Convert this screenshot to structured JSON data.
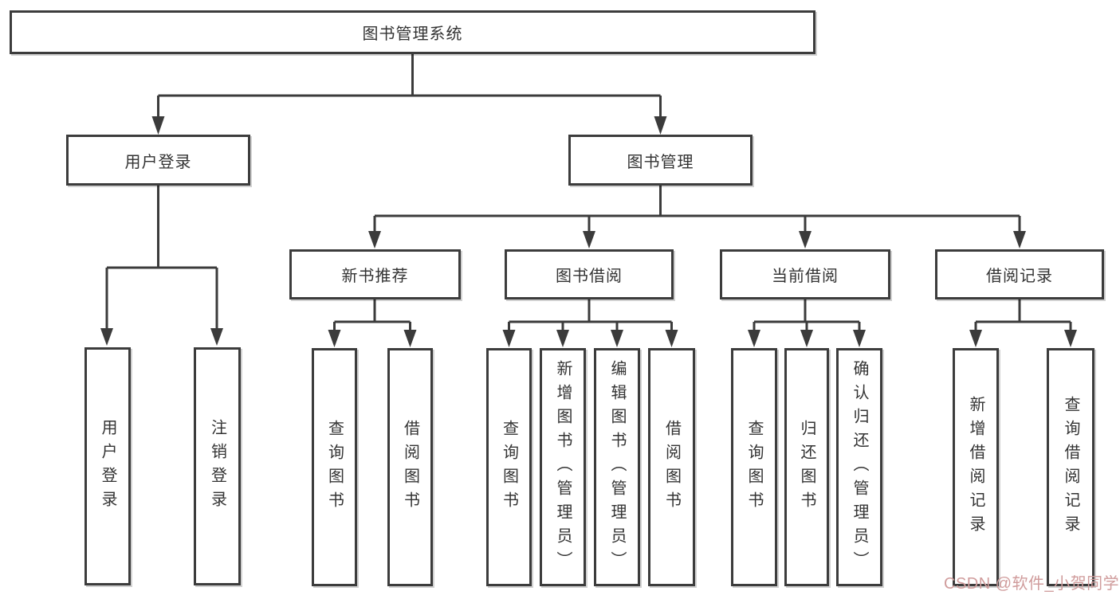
{
  "tree": {
    "root": {
      "label": "图书管理系统"
    },
    "branches": [
      {
        "label": "用户登录",
        "leaves": [
          {
            "label": "用户登录"
          },
          {
            "label": "注销登录"
          }
        ]
      },
      {
        "label": "图书管理",
        "groups": [
          {
            "label": "新书推荐",
            "leaves": [
              {
                "label": "查询图书"
              },
              {
                "label": "借阅图书"
              }
            ]
          },
          {
            "label": "图书借阅",
            "leaves": [
              {
                "label": "查询图书"
              },
              {
                "label": "新增图书（管理员）"
              },
              {
                "label": "编辑图书（管理员）"
              },
              {
                "label": "借阅图书"
              }
            ]
          },
          {
            "label": "当前借阅",
            "leaves": [
              {
                "label": "查询图书"
              },
              {
                "label": "归还图书"
              },
              {
                "label": "确认归还（管理员）"
              }
            ]
          },
          {
            "label": "借阅记录",
            "leaves": [
              {
                "label": "新增借阅记录"
              },
              {
                "label": "查询借阅记录"
              }
            ]
          }
        ]
      }
    ]
  },
  "watermark": {
    "text": "CSDN @软件_小贺同学",
    "color": "#d09c9c"
  },
  "colors": {
    "line": "#3b3b3b",
    "box_border": "#3c3c3c",
    "text": "#333333",
    "box_fill": "#ffffff",
    "background": "#ffffff"
  }
}
